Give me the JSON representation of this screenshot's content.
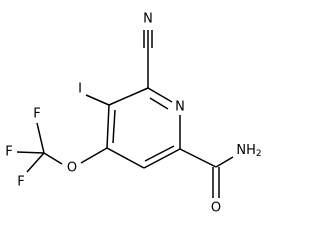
{
  "diagram": {
    "type": "chemical-structure",
    "compound_name": "",
    "atom_labels": {
      "ring_nitrogen": "N",
      "nitrile_nitrogen": "N",
      "iodine": "I",
      "ether_oxygen": "O",
      "fluorine_1": "F",
      "fluorine_2": "F",
      "fluorine_3": "F",
      "carbonyl_oxygen": "O",
      "amide_group": "NH2"
    },
    "bond_color": "#000000",
    "background": "#ffffff"
  }
}
